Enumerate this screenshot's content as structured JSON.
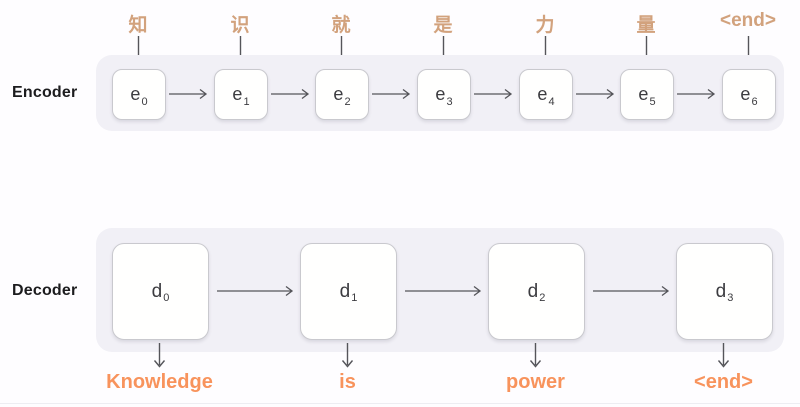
{
  "diagram_title": "Encoder-Decoder sequence-to-sequence diagram",
  "colors": {
    "input_token": "#d2a27d",
    "output_token": "#f8935c",
    "arrow": "#55555a",
    "container_bg": "#f1f0f6",
    "cell_border": "#c9c9ce",
    "cell_text": "#3c3c40",
    "section_label": "#1c1c1e"
  },
  "encoder": {
    "label": "Encoder",
    "tokens": [
      "知",
      "识",
      "就",
      "是",
      "力",
      "量",
      "<end>"
    ],
    "boxes": [
      {
        "base": "e",
        "sub": "0"
      },
      {
        "base": "e",
        "sub": "1"
      },
      {
        "base": "e",
        "sub": "2"
      },
      {
        "base": "e",
        "sub": "3"
      },
      {
        "base": "e",
        "sub": "4"
      },
      {
        "base": "e",
        "sub": "5"
      },
      {
        "base": "e",
        "sub": "6"
      }
    ]
  },
  "decoder": {
    "label": "Decoder",
    "boxes": [
      {
        "base": "d",
        "sub": "0"
      },
      {
        "base": "d",
        "sub": "1"
      },
      {
        "base": "d",
        "sub": "2"
      },
      {
        "base": "d",
        "sub": "3"
      }
    ],
    "outputs": [
      "Knowledge",
      "is",
      "power",
      "<end>"
    ]
  }
}
